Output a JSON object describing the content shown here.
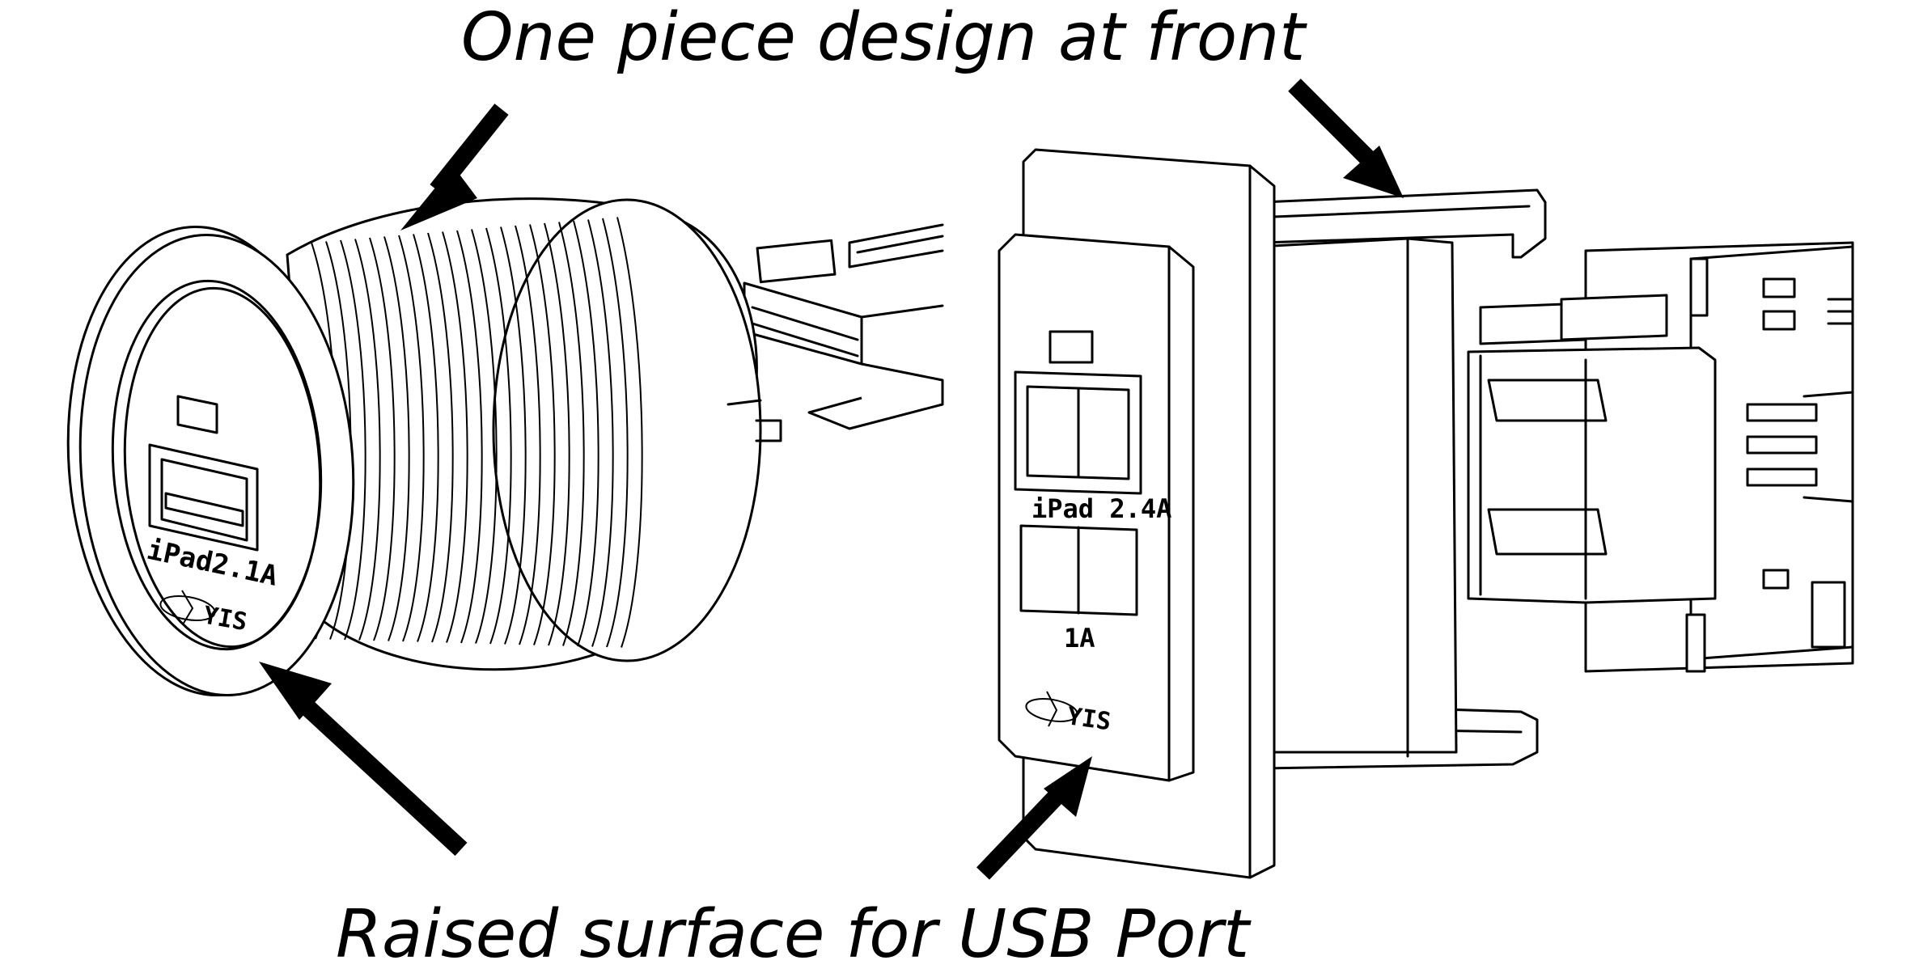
{
  "captions": {
    "top": "One piece design at front",
    "bottom": "Raised surface for USB Port"
  },
  "round_socket": {
    "port_label": "iPad2.1A",
    "brand": "YIS"
  },
  "rocker_socket": {
    "port1_label": "iPad 2.4A",
    "port2_label": "1A",
    "brand": "YIS"
  }
}
